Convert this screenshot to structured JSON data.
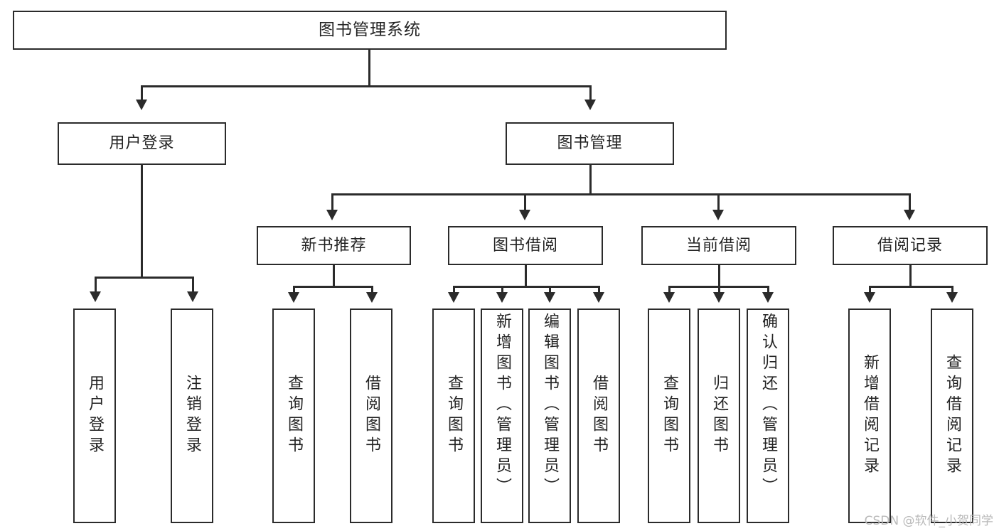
{
  "diagram": {
    "title": "图书管理系统",
    "watermark": "CSDN @软件_小贺同学",
    "type": "tree-hierarchy-diagram",
    "levels": 4,
    "nodes": {
      "root": {
        "label": "图书管理系统"
      },
      "level2": [
        {
          "label": "用户登录"
        },
        {
          "label": "图书管理"
        }
      ],
      "level3": [
        {
          "label": "新书推荐"
        },
        {
          "label": "图书借阅"
        },
        {
          "label": "当前借阅"
        },
        {
          "label": "借阅记录"
        }
      ],
      "leaves_user_login": [
        {
          "label": "用户登录"
        },
        {
          "label": "注销登录"
        }
      ],
      "leaves_new_book": [
        {
          "label": "查询图书"
        },
        {
          "label": "借阅图书"
        }
      ],
      "leaves_borrow": [
        {
          "label": "查询图书"
        },
        {
          "label": "新增图书（管理员）"
        },
        {
          "label": "编辑图书（管理员）"
        },
        {
          "label": "借阅图书"
        }
      ],
      "leaves_current": [
        {
          "label": "查询图书"
        },
        {
          "label": "归还图书"
        },
        {
          "label": "确认归还（管理员）"
        }
      ],
      "leaves_records": [
        {
          "label": "新增借阅记录"
        },
        {
          "label": "查询借阅记录"
        }
      ]
    },
    "colors": {
      "box_border": "#2b2b2b",
      "box_fill": "#ffffff",
      "text": "#232323",
      "connector": "#2b2b2b",
      "watermark": "#b9b9b9",
      "background": "#ffffff"
    }
  }
}
